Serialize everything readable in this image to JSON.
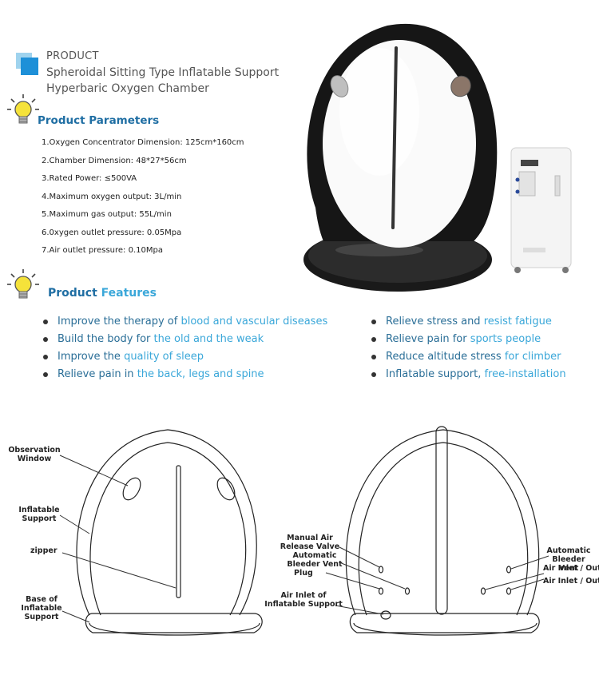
{
  "header": {
    "tag": "PRODUCT",
    "title_line1": "Spheroidal Sitting Type Inflatable Support",
    "title_line2": "Hyperbaric Oxygen Chamber"
  },
  "parameters": {
    "title_part1": "Product ",
    "title_part2": "Parameters",
    "items": [
      "1.Oxygen Concentrator Dimension:  125cm*160cm",
      "2.Chamber Dimension:  48*27*56cm",
      "3.Rated Power: ≤500VA",
      "4.Maximum oxygen output: 3L/min",
      "5.Maximum gas output: 55L/min",
      "6.0xygen outlet pressure:  0.05Mpa",
      "7.Air outlet pressure:  0.10Mpa"
    ]
  },
  "features": {
    "title_part1": "Product ",
    "title_part2": "Features",
    "left": [
      {
        "a": "Improve the therapy of ",
        "b": "blood and vascular diseases"
      },
      {
        "a": "Build the body for ",
        "b": "the old and the weak"
      },
      {
        "a": "Improve the ",
        "b": "quality of sleep"
      },
      {
        "a": "Relieve pain in ",
        "b": "the back, legs and spine"
      }
    ],
    "right": [
      {
        "a": "Relieve stress and ",
        "b": "resist fatigue"
      },
      {
        "a": "Relieve pain for ",
        "b": "sports people"
      },
      {
        "a": "Reduce altitude stress ",
        "b": "for climber"
      },
      {
        "a": "Inflatable support, ",
        "b": "free-installation"
      }
    ]
  },
  "diagram_left": {
    "observation_window": [
      "Observation",
      "Window"
    ],
    "inflatable_support": [
      "Inflatable",
      "Support"
    ],
    "zipper": "zipper",
    "base": [
      "Base of",
      "Inflatable",
      "Support"
    ]
  },
  "diagram_right": {
    "manual_air": [
      "Manual Air",
      "Release Valve"
    ],
    "auto_bleeder_left": [
      "Automatic",
      "Bleeder Vent"
    ],
    "plug": "Plug",
    "air_inlet_support": [
      "Air Inlet of",
      "Inflatable Support"
    ],
    "auto_bleeder_right": [
      "Automatic",
      "Bleeder Vent"
    ],
    "air_inlet_outlet_1": "Air Inlet / Outlet",
    "air_inlet_outlet_2": "Air Inlet / Outlet"
  },
  "colors": {
    "section_dark_blue": "#1f6ea3",
    "section_light_blue": "#3aa7d9",
    "logo_blue": "#1e90d8",
    "logo_light_blue": "#9fd3ee"
  }
}
